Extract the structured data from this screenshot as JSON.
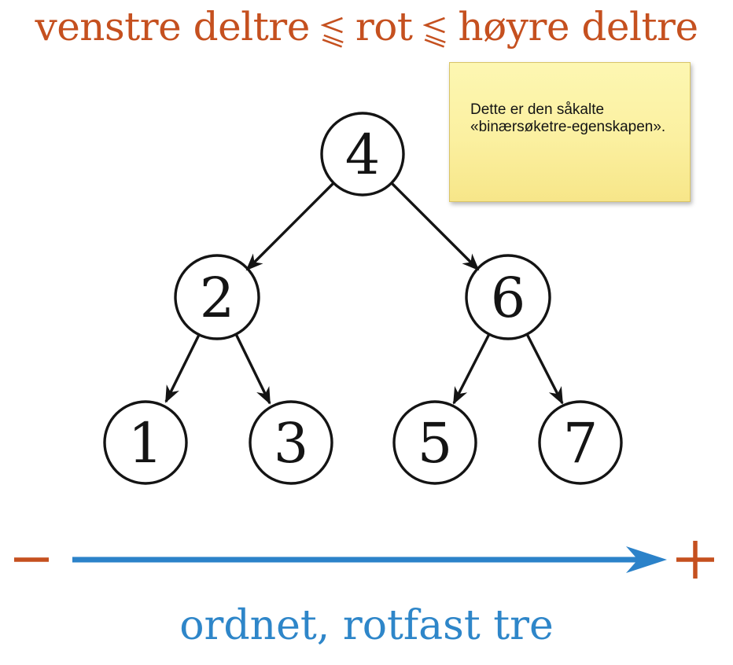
{
  "title": {
    "full_text": "venstre deltre ⩽ rot ⩽ høyre deltre",
    "part_left": "venstre deltre",
    "part_mid": "rot",
    "part_right": "høyre deltre",
    "relation_symbol": "⩽",
    "color": "#c5501f"
  },
  "note": {
    "line1": "Dette er den såkalte",
    "line2": "«binærsøketre-egenskapen».",
    "bg_top": "#fdf7b2",
    "bg_bottom": "#f7e689",
    "border_color": "#d9c468"
  },
  "tree": {
    "type": "binary-search-tree",
    "nodes": [
      {
        "id": "root",
        "value": "4"
      },
      {
        "id": "left",
        "value": "2"
      },
      {
        "id": "right",
        "value": "6"
      },
      {
        "id": "left-left",
        "value": "1"
      },
      {
        "id": "left-right",
        "value": "3"
      },
      {
        "id": "right-left",
        "value": "5"
      },
      {
        "id": "right-right",
        "value": "7"
      }
    ],
    "edges": [
      "4→2",
      "4→6",
      "2→1",
      "2→3",
      "6→5",
      "6→7"
    ],
    "node_stroke_color": "#141414"
  },
  "axis": {
    "minus": "−",
    "plus": "+",
    "label": "ordnet, rotfast tre",
    "arrow_color": "#2b82c9",
    "sign_color": "#c5501f",
    "label_color": "#2e86c9"
  }
}
